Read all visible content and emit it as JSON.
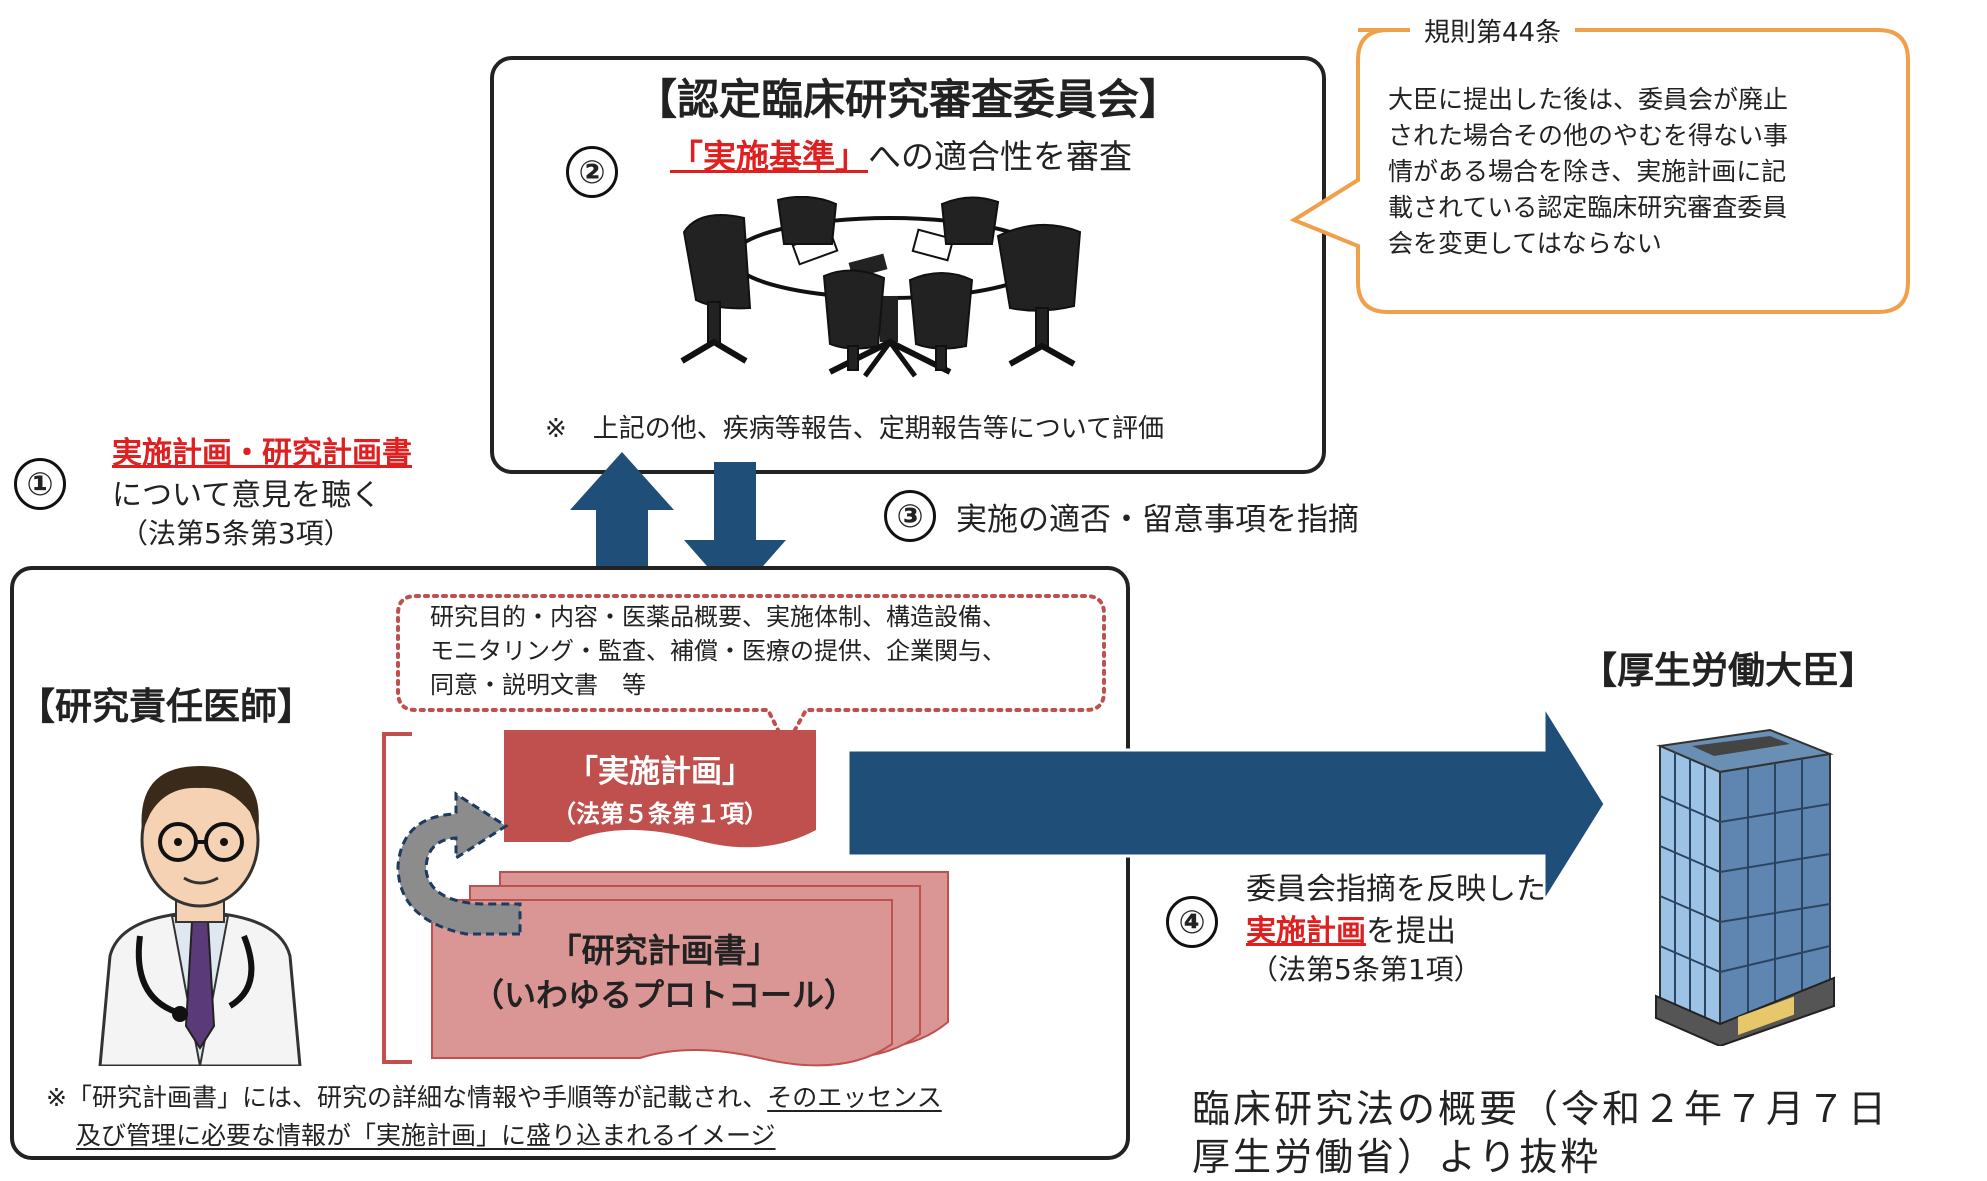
{
  "committee": {
    "title": "【認定臨床研究審査委員会】",
    "step_num": "②",
    "criteria": "「実施基準」",
    "review_text": "への適合性を審査",
    "note": "※　上記の他、疾病等報告、定期報告等について評価"
  },
  "rule_bubble": {
    "title": "規則第44条",
    "lines": [
      "大臣に提出した後は、委員会が廃止",
      "された場合その他のやむを得ない事",
      "情がある場合を除き、実施計画に記",
      "載されている認定臨床研究審査委員",
      "会を変更してはならない"
    ]
  },
  "step1": {
    "num": "①",
    "docs": "実施計画・研究計画書",
    "text": "について意見を聴く",
    "law": "（法第5条第3項）"
  },
  "step3": {
    "num": "③",
    "text": "実施の適否・留意事項を指摘"
  },
  "investigator": {
    "title": "【研究責任医師】",
    "content_lines": [
      "研究目的・内容・医薬品概要、実施体制、構造設備、",
      "モニタリング・監査、補償・医療の提供、企業関与、",
      "同意・説明文書　等"
    ],
    "plan_label": "「実施計画」",
    "plan_law": "（法第５条第１項）",
    "protocol_label": "「研究計画書」",
    "protocol_sub": "（いわゆるプロトコール）",
    "footnote_a": "※「研究計画書」には、研究の詳細な情報や手順等が記載され、",
    "footnote_b": "そのエッセンス",
    "footnote_c": "及び管理に必要な情報が「実施計画」に盛り込まれるイメージ"
  },
  "minister": {
    "title": "【厚生労働大臣】"
  },
  "step4": {
    "num": "④",
    "line1": "委員会指摘を反映した",
    "plan": "実施計画",
    "submit": "を提出",
    "law": "（法第5条第1項）"
  },
  "source": {
    "line1": "臨床研究法の概要（令和２年７月７日",
    "line2": "厚生労働省）より抜粋"
  },
  "colors": {
    "arrow_blue": "#1f4e79",
    "plan_red": "#c0504d",
    "protocol_pink": "#d99694",
    "bubble_orange": "#f0a04b",
    "accent_red": "#e02020"
  }
}
